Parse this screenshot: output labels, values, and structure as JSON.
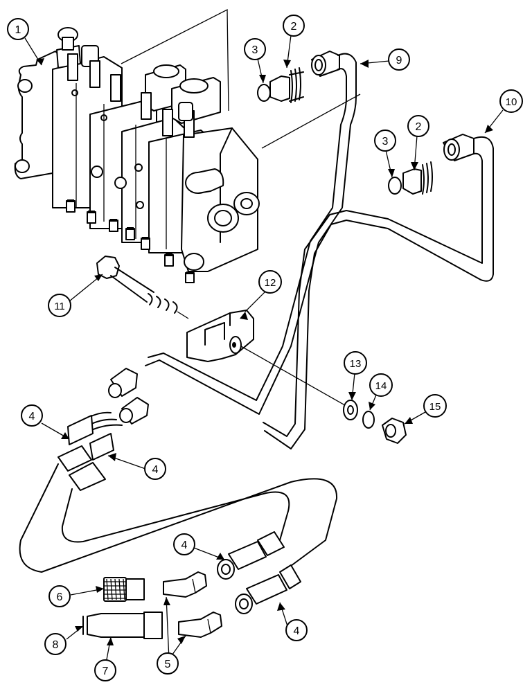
{
  "callouts": [
    {
      "id": "c1",
      "text": "1"
    },
    {
      "id": "c2a",
      "text": "2"
    },
    {
      "id": "c3a",
      "text": "3"
    },
    {
      "id": "c9",
      "text": "9"
    },
    {
      "id": "c10",
      "text": "10"
    },
    {
      "id": "c2b",
      "text": "2"
    },
    {
      "id": "c3b",
      "text": "3"
    },
    {
      "id": "c11",
      "text": "11"
    },
    {
      "id": "c12",
      "text": "12"
    },
    {
      "id": "c13",
      "text": "13"
    },
    {
      "id": "c14",
      "text": "14"
    },
    {
      "id": "c15",
      "text": "15"
    },
    {
      "id": "c4a",
      "text": "4"
    },
    {
      "id": "c4b",
      "text": "4"
    },
    {
      "id": "c4c",
      "text": "4"
    },
    {
      "id": "c4d",
      "text": "4"
    },
    {
      "id": "c6",
      "text": "6"
    },
    {
      "id": "c8",
      "text": "8"
    },
    {
      "id": "c7",
      "text": "7"
    },
    {
      "id": "c5",
      "text": "5"
    }
  ]
}
